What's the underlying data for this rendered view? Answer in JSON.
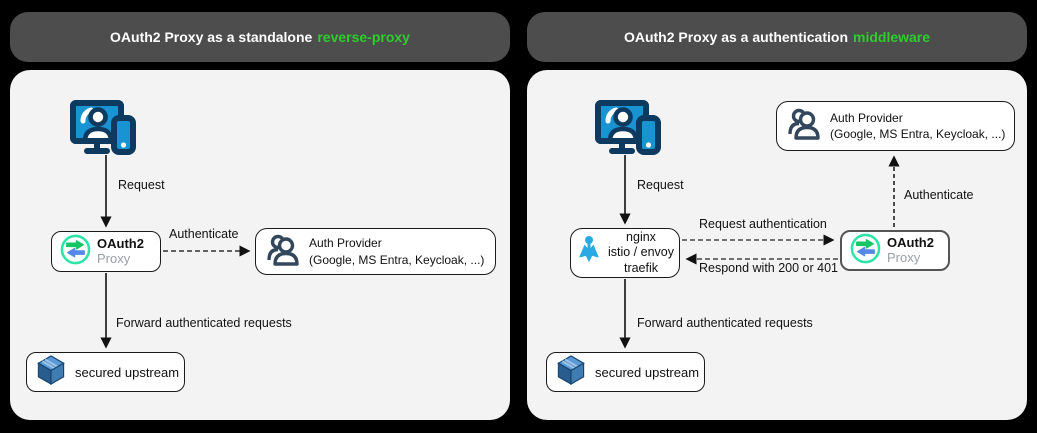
{
  "panels": {
    "left": {
      "header_text": "OAuth2 Proxy as a standalone",
      "header_highlight": "reverse-proxy",
      "labels": {
        "request": "Request",
        "authenticate": "Authenticate",
        "forward": "Forward authenticated requests"
      },
      "oauth2": {
        "title": "OAuth2",
        "subtitle": "Proxy"
      },
      "auth_provider": {
        "line1": "Auth Provider",
        "line2": "(Google, MS Entra, Keycloak, ...)"
      },
      "upstream": {
        "label": "secured upstream"
      }
    },
    "right": {
      "header_text": "OAuth2 Proxy as a authentication",
      "header_highlight": "middleware",
      "labels": {
        "request": "Request",
        "request_auth": "Request authentication",
        "respond": "Respond with 200 or 401",
        "authenticate": "Authenticate",
        "forward": "Forward authenticated requests"
      },
      "gateway": {
        "line1": "nginx",
        "line2": "istio / envoy",
        "line3": "traefik"
      },
      "oauth2": {
        "title": "OAuth2",
        "subtitle": "Proxy"
      },
      "auth_provider": {
        "line1": "Auth Provider",
        "line2": "(Google, MS Entra, Keycloak, ...)"
      },
      "upstream": {
        "label": "secured upstream"
      }
    }
  },
  "colors": {
    "accent_green": "#2ecc2e",
    "header_bg": "#4d4d4d",
    "panel_bg": "#f3f3f3",
    "device_blue": "#1794d1",
    "device_navy": "#0e3a5f",
    "oauth2_logo_ring": "#2ee3a6",
    "oauth2_logo_green_arrow": "#15c566",
    "oauth2_logo_blue_arrow": "#5588e8",
    "gateway_icon_cyan": "#29aae3",
    "people_icon_slate": "#33475c",
    "cube_top": "#5b9bd5",
    "cube_left": "#2a5d8f",
    "cube_right": "#3e7cb1"
  },
  "icons": {
    "user": "user-devices-icon",
    "oauth2": "oauth2-proxy-logo",
    "auth_provider": "people-icon",
    "gateway": "load-balancer-icon",
    "upstream": "cube-icon"
  }
}
